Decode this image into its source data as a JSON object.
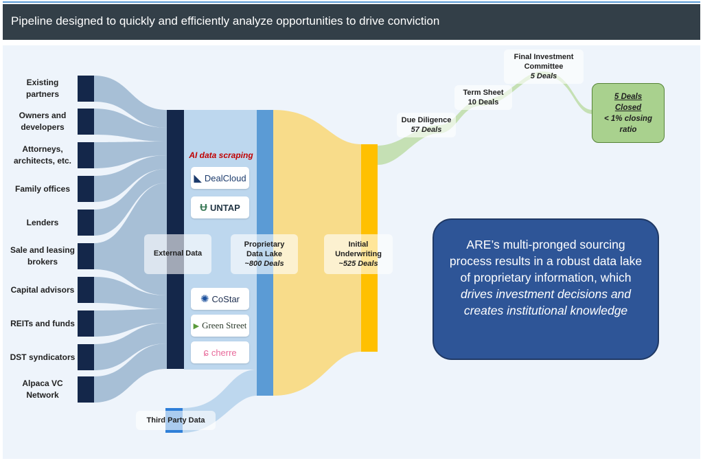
{
  "header": {
    "title": "Pipeline designed to quickly and efficiently analyze opportunities to drive conviction"
  },
  "sources": [
    {
      "label_lines": [
        "Existing",
        "partners"
      ]
    },
    {
      "label_lines": [
        "Owners and",
        "developers"
      ]
    },
    {
      "label_lines": [
        "Attorneys,",
        "architects, etc."
      ]
    },
    {
      "label_lines": [
        "Family offices"
      ]
    },
    {
      "label_lines": [
        "Lenders"
      ]
    },
    {
      "label_lines": [
        "Sale and leasing",
        "brokers"
      ]
    },
    {
      "label_lines": [
        "Capital advisors"
      ]
    },
    {
      "label_lines": [
        "REITs and funds"
      ]
    },
    {
      "label_lines": [
        "DST syndicators"
      ]
    },
    {
      "label_lines": [
        "Alpaca VC",
        "Network"
      ]
    }
  ],
  "external_data": {
    "label": "External Data"
  },
  "ai_scraping": {
    "label": "AI data scraping"
  },
  "logos": {
    "dealcloud": {
      "name": "DealCloud",
      "icon": "dealcloud-logo-icon"
    },
    "untap": {
      "name": "UNTAP",
      "icon": "untap-logo-icon"
    },
    "costar": {
      "name": "CoStar",
      "icon": "costar-logo-icon"
    },
    "greenstreet": {
      "name": "Green Street",
      "icon": "greenstreet-logo-icon"
    },
    "cherre": {
      "name": "cherre",
      "icon": "cherre-logo-icon"
    }
  },
  "third_party": {
    "label": "Third Party Data"
  },
  "proprietary": {
    "line1": "Proprietary",
    "line2": "Data Lake",
    "sub": "~800 Deals"
  },
  "underwriting": {
    "line1": "Initial",
    "line2": "Underwriting",
    "sub": "~525 Deals"
  },
  "due_diligence": {
    "line1": "Due Diligence",
    "sub": "57 Deals"
  },
  "term_sheet": {
    "line1": "Term Sheet",
    "line2": "10 Deals"
  },
  "final_ic": {
    "line1": "Final Investment",
    "line2": "Committee",
    "sub": "5 Deals"
  },
  "closed": {
    "line1": "5 Deals",
    "line2": "Closed",
    "line3": "< 1% closing",
    "line4": "ratio"
  },
  "callout": {
    "plain": "ARE’s multi-pronged sourcing process results in a robust data lake of proprietary information, which ",
    "emph": "drives investment decisions and creates institutional knowledge"
  },
  "colors": {
    "header_bg": "#333f48",
    "navy": "#14274a",
    "flow_blue": "#a7bfd6",
    "lake_blue": "#5b9bd5",
    "light_blue": "#bdd7ee",
    "gold": "#ffc000",
    "gold_flow": "#f8dc8a",
    "green_flow": "#c5e0b4",
    "callout_bg": "#2e5597",
    "closed_bg": "#a9d18e",
    "ai_red": "#c00000"
  }
}
